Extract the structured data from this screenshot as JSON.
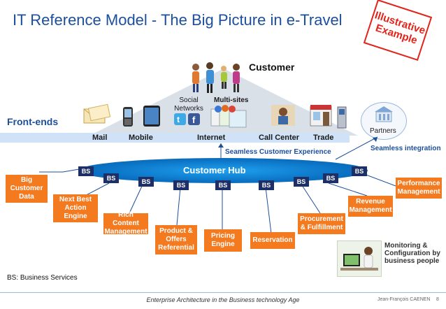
{
  "title": "IT Reference Model - The Big Picture in e-Travel",
  "stamp": [
    "Illustrative",
    "Example"
  ],
  "customer": "Customer",
  "front_ends": "Front-ends",
  "channels": {
    "social_networks": "Social\nNetworks",
    "multi_sites": "Multi-sites",
    "mail": "Mail",
    "mobile": "Mobile",
    "internet": "Internet",
    "call_center": "Call Center",
    "trade": "Trade",
    "partners": "Partners"
  },
  "seamless_experience": "Seamless Customer Experience",
  "seamless_integration": "Seamless integration",
  "hub": "Customer Hub",
  "bs_label": "BS",
  "services": {
    "big_customer_data": "Big Customer Data",
    "next_best_action": "Next Best Action Engine",
    "rich_content": "Rich Content Management",
    "product_offers": "Product & Offers Referential",
    "pricing_engine": "Pricing Engine",
    "reservation": "Reservation",
    "procurement": "Procurement & Fulfillment",
    "revenue_management": "Revenue Management",
    "performance_management": "Performance Management"
  },
  "monitoring": "Monitoring & Configuration by business people",
  "bs_legend": "BS: Business Services",
  "footer": "Enterprise Architecture in the Business technology Age",
  "author": "Jean-François CAENEN",
  "page": "8",
  "colors": {
    "accent_blue": "#1b4f9c",
    "hub_blue": "#0b72c4",
    "service_orange": "#f47a20",
    "bs_navy": "#1c2f66",
    "stamp_red": "#e2231a"
  }
}
